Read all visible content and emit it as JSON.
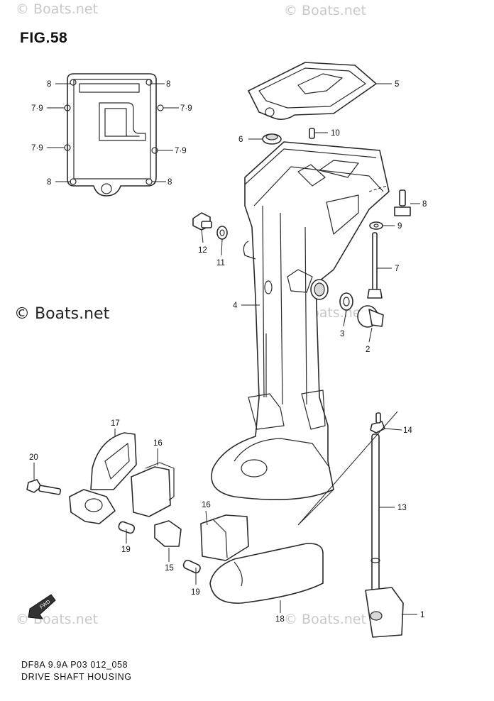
{
  "figure": {
    "title": "FIG.58",
    "code": "DF8A 9.9A P03 012_058",
    "caption": "DRIVE SHAFT HOUSING"
  },
  "watermarks": {
    "faint": "© Boats.net",
    "main": "© Boats.net"
  },
  "fwd_mark": "FWD",
  "part_labels": {
    "p1": "1",
    "p2": "2",
    "p3": "3",
    "p4": "4",
    "p5": "5",
    "p6": "6",
    "p7": "7",
    "p8": "8",
    "p9": "9",
    "p10": "10",
    "p11": "11",
    "p12": "12",
    "p13": "13",
    "p14": "14",
    "p15": "15",
    "p16": "16",
    "p17": "17",
    "p18": "18",
    "p19": "19",
    "p20": "20",
    "p79": "7·9"
  }
}
